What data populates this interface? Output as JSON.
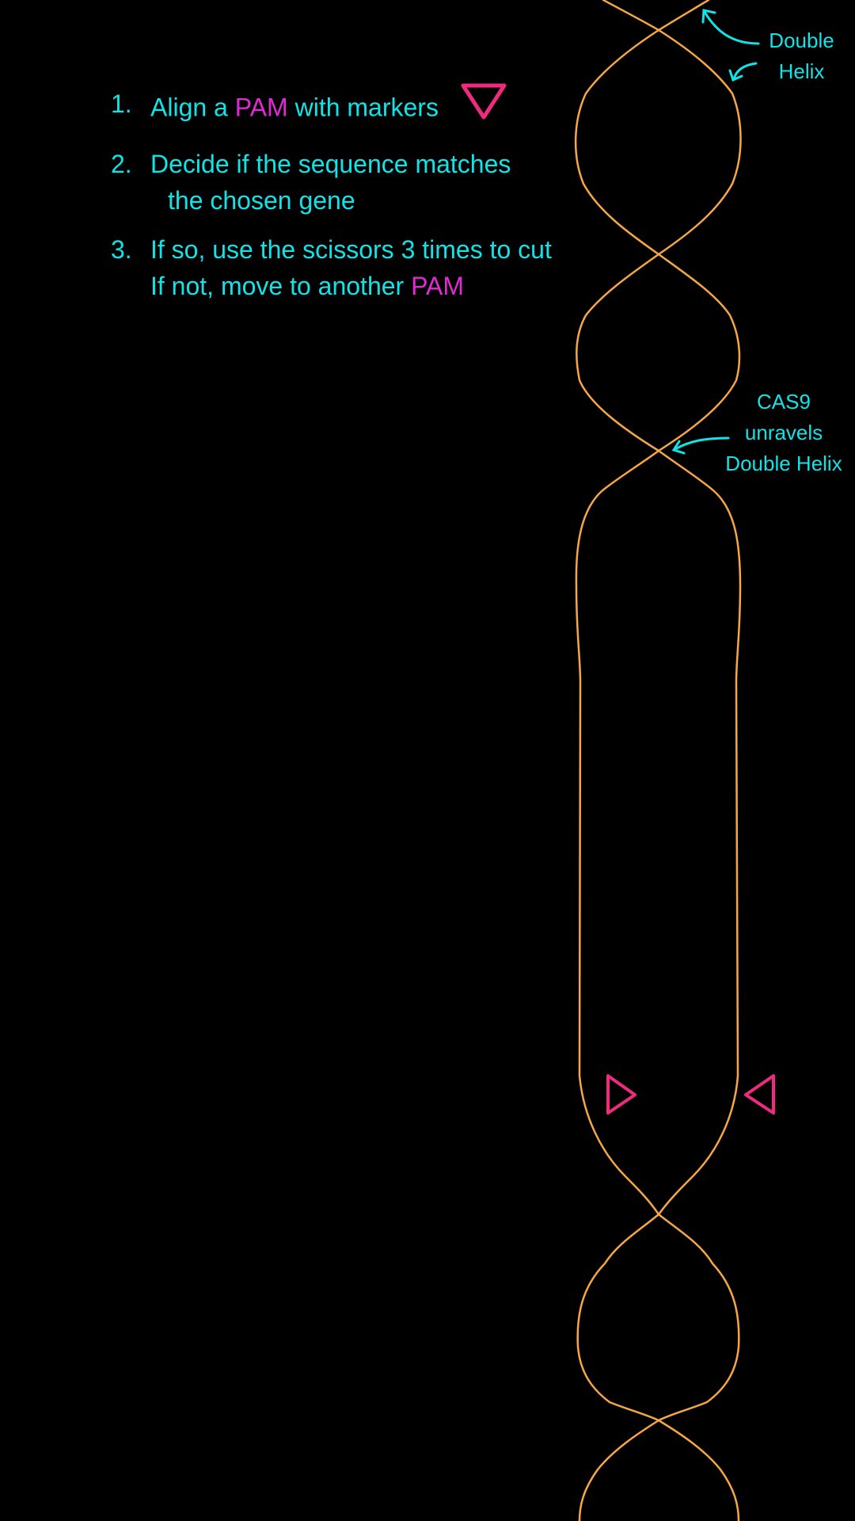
{
  "instructions": {
    "step1": {
      "num": "1.",
      "pre": "Align a ",
      "pam": "PAM",
      "post": " with markers"
    },
    "step2": {
      "num": "2.",
      "line1": "Decide if the sequence matches",
      "line2": "the chosen gene"
    },
    "step3": {
      "num": "3.",
      "line1": "If so, use the scissors 3 times to cut",
      "line2_pre": "If not, move to another ",
      "pam": "PAM"
    }
  },
  "labels": {
    "double_helix_1": "Double",
    "double_helix_2": "Helix",
    "cas9_1": "CAS9",
    "cas9_2": "unravels",
    "cas9_3": "Double Helix"
  },
  "colors": {
    "background": "#000000",
    "text": "#11e3e6",
    "pam": "#e02bd4",
    "marker": "#ee2b7e",
    "dna_strand": "#f6a745"
  },
  "icons": {
    "pam_marker": "down-triangle-outline",
    "left_marker": "right-pointing-triangle-outline",
    "right_marker": "left-pointing-triangle-outline"
  }
}
